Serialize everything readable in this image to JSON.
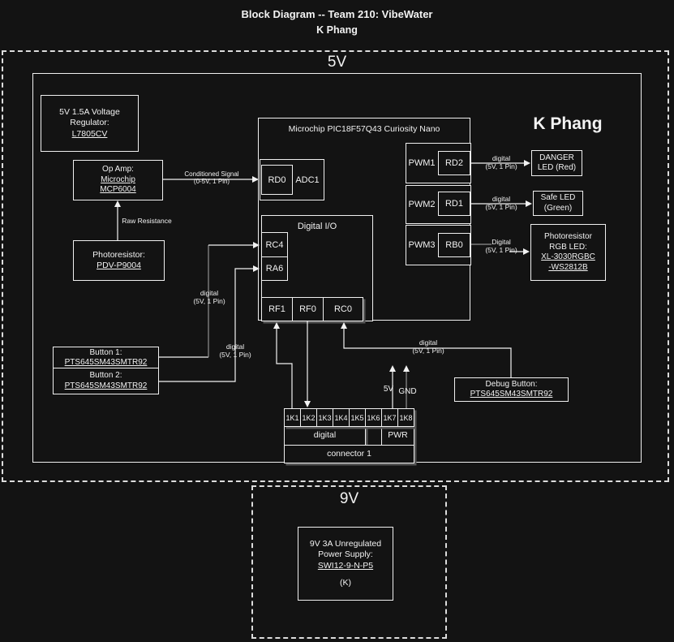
{
  "header": {
    "title": "Block Diagram -- Team 210: VibeWater",
    "subtitle": "K Phang"
  },
  "author": "K Phang",
  "regions": {
    "v5": "5V",
    "v9": "9V"
  },
  "regulator": {
    "line1": "5V 1.5A Voltage",
    "line2": "Regulator:",
    "part": "L7805CV"
  },
  "opamp": {
    "title": "Op Amp:",
    "part_line1": "Microchip",
    "part_line2": "MCP6004"
  },
  "photoresistor": {
    "title": "Photoresistor:",
    "part": "PDV-P9004"
  },
  "nano": {
    "title": "Microchip PIC18F57Q43 Curiosity Nano",
    "adc_label": "ADC1",
    "dio_label": "Digital I/O",
    "pwm1": "PWM1",
    "pwm2": "PWM2",
    "pwm3": "PWM3",
    "pins": {
      "rd0": "RD0",
      "rc4": "RC4",
      "ra6": "RA6",
      "rf1": "RF1",
      "rf0": "RF0",
      "rc0": "RC0",
      "rd2": "RD2",
      "rd1": "RD1",
      "rb0": "RB0"
    }
  },
  "leds": {
    "danger1": "DANGER",
    "danger2": "LED (Red)",
    "safe1": "Safe LED",
    "safe2": "(Green)",
    "rgb1": "Photoresistor",
    "rgb2": "RGB LED:",
    "rgb3": "XL-3030RGBC",
    "rgb4": "-WS2812B"
  },
  "buttons": {
    "b1_title": "Button 1:",
    "b1_part": "PTS645SM43SMTR92",
    "b2_title": "Button 2:",
    "b2_part": "PTS645SM43SMTR92",
    "debug_title": "Debug Button:",
    "debug_part": "PTS645SM43SMTR92"
  },
  "connector": {
    "pins": [
      "1K1",
      "1K2",
      "1K3",
      "1K4",
      "1K5",
      "1K6",
      "1K7",
      "1K8"
    ],
    "digital": "digital",
    "pwr": "PWR",
    "name": "connector 1",
    "rail5v": "5V",
    "railgnd": "GND"
  },
  "psu": {
    "line1": "9V 3A Unregulated",
    "line2": "Power Supply:",
    "part": "SWI12-9-N-P5",
    "note": "(K)"
  },
  "wires": {
    "conditioned": {
      "l1": "Conditioned Signal",
      "l2": "(0-5V, 1 Pin)"
    },
    "raw": "Raw Resistance",
    "btn1": {
      "l1": "digital",
      "l2": "(5V, 1 Pin)"
    },
    "btn2": {
      "l1": "digital",
      "l2": "(5V, 1 Pin)"
    },
    "debug": {
      "l1": "digital",
      "l2": "(5V, 1 Pin)"
    },
    "rd2": {
      "l1": "digital",
      "l2": "(5V, 1 Pin)"
    },
    "rd1": {
      "l1": "digital",
      "l2": "(5V, 1 Pin)"
    },
    "rb0": {
      "l1": "Digital",
      "l2": "(5V, 1 Pin)"
    }
  },
  "colors": {
    "bg": "#131313",
    "line": "#f2f2f2",
    "gray": "#8f8f8f"
  }
}
